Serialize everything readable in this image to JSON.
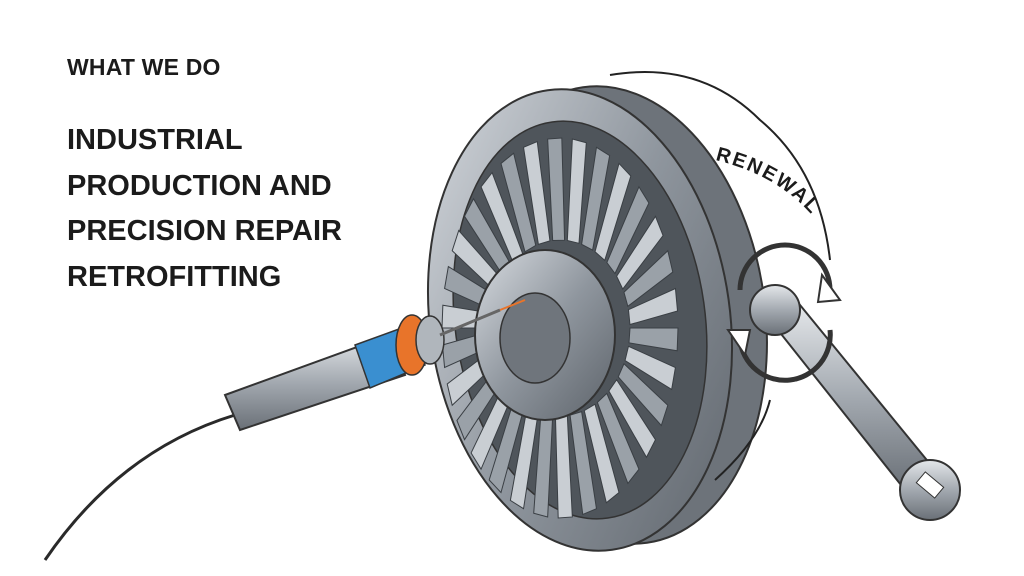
{
  "hero": {
    "eyebrow": "WHAT WE DO",
    "headline_lines": [
      "INDUSTRIAL",
      "PRODUCTION AND",
      "PRECISION REPAIR",
      "RETROFITTING"
    ]
  },
  "illustration": {
    "arc_label": "RENEWAL",
    "colors": {
      "metal": "#8f969e",
      "metal_dark": "#5d636a",
      "accent_orange": "#e8742a",
      "accent_blue": "#3a8fd0",
      "ink": "#1b1b1b"
    }
  }
}
